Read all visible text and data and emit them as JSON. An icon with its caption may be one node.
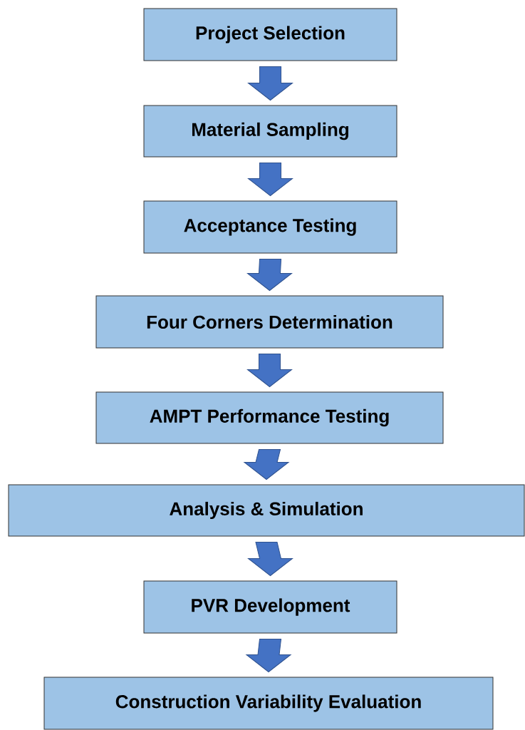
{
  "diagram": {
    "nodes": [
      {
        "text": [
          "Project Selection"
        ]
      },
      {
        "text": [
          "Material Sampling"
        ]
      },
      {
        "text": [
          "Acceptance Testing"
        ]
      },
      {
        "text": [
          "Four Corners Determination"
        ]
      },
      {
        "text": [
          "AMPT Performance Testing"
        ]
      },
      {
        "text": [
          "Analysis & Simulation"
        ]
      },
      {
        "text": [
          "PVR Development"
        ]
      },
      {
        "text": [
          "Construction Variability Evaluation"
        ]
      }
    ],
    "edges": [
      {
        "from": 0,
        "to": 1,
        "arrow": "to"
      },
      {
        "from": 1,
        "to": 2,
        "arrow": "to"
      },
      {
        "from": 2,
        "to": 3,
        "arrow": "to"
      },
      {
        "from": 3,
        "to": 4,
        "arrow": "to"
      },
      {
        "from": 4,
        "to": 5,
        "arrow": "to"
      },
      {
        "from": 5,
        "to": 6,
        "arrow": "to"
      },
      {
        "from": 6,
        "to": 7,
        "arrow": "to"
      }
    ]
  }
}
